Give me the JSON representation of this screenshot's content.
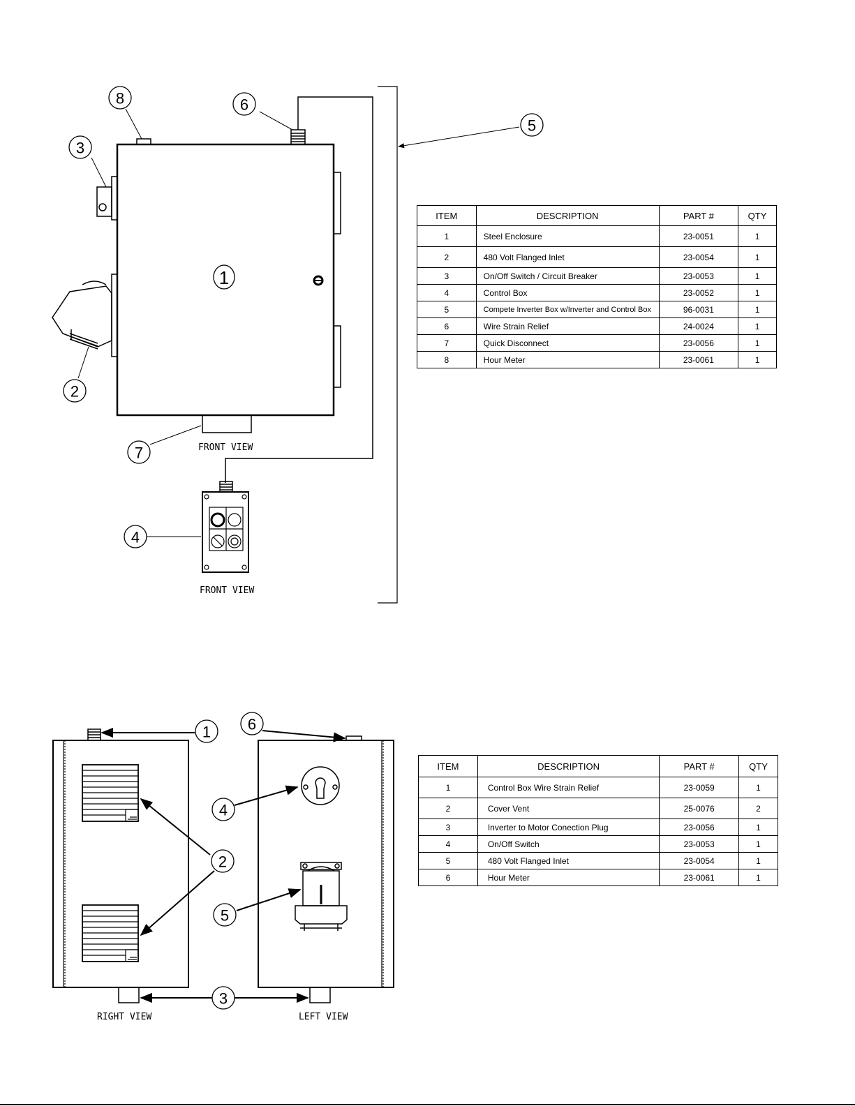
{
  "top_diagram": {
    "callouts": [
      "1",
      "2",
      "3",
      "4",
      "5",
      "6",
      "7",
      "8"
    ],
    "label_front_view_enclosure": "FRONT VIEW",
    "label_front_view_control": "FRONT VIEW"
  },
  "top_table": {
    "headers": [
      "ITEM",
      "DESCRIPTION",
      "PART #",
      "QTY"
    ],
    "rows": [
      {
        "item": "1",
        "description": "Steel Enclosure",
        "part": "23-0051",
        "qty": "1"
      },
      {
        "item": "2",
        "description": "480 Volt Flanged Inlet",
        "part": "23-0054",
        "qty": "1"
      },
      {
        "item": "3",
        "description": "On/Off Switch / Circuit Breaker",
        "part": "23-0053",
        "qty": "1"
      },
      {
        "item": "4",
        "description": "Control Box",
        "part": "23-0052",
        "qty": "1"
      },
      {
        "item": "5",
        "description": "Compete Inverter Box w/Inverter and Control Box",
        "part": "96-0031",
        "qty": "1"
      },
      {
        "item": "6",
        "description": "Wire Strain Relief",
        "part": "24-0024",
        "qty": "1"
      },
      {
        "item": "7",
        "description": "Quick Disconnect",
        "part": "23-0056",
        "qty": "1"
      },
      {
        "item": "8",
        "description": "Hour Meter",
        "part": "23-0061",
        "qty": "1"
      }
    ]
  },
  "bottom_diagram": {
    "callouts": [
      "1",
      "2",
      "3",
      "4",
      "5",
      "6"
    ],
    "label_right_view": "RIGHT VIEW",
    "label_left_view": "LEFT VIEW"
  },
  "bottom_table": {
    "headers": [
      "ITEM",
      "DESCRIPTION",
      "PART #",
      "QTY"
    ],
    "rows": [
      {
        "item": "1",
        "description": "Control Box Wire Strain Relief",
        "part": "23-0059",
        "qty": "1"
      },
      {
        "item": "2",
        "description": "Cover Vent",
        "part": "25-0076",
        "qty": "2"
      },
      {
        "item": "3",
        "description": "Inverter to Motor Conection Plug",
        "part": "23-0056",
        "qty": "1"
      },
      {
        "item": "4",
        "description": "On/Off Switch",
        "part": "23-0053",
        "qty": "1"
      },
      {
        "item": "5",
        "description": "480 Volt Flanged Inlet",
        "part": "23-0054",
        "qty": "1"
      },
      {
        "item": "6",
        "description": "Hour Meter",
        "part": "23-0061",
        "qty": "1"
      }
    ]
  }
}
